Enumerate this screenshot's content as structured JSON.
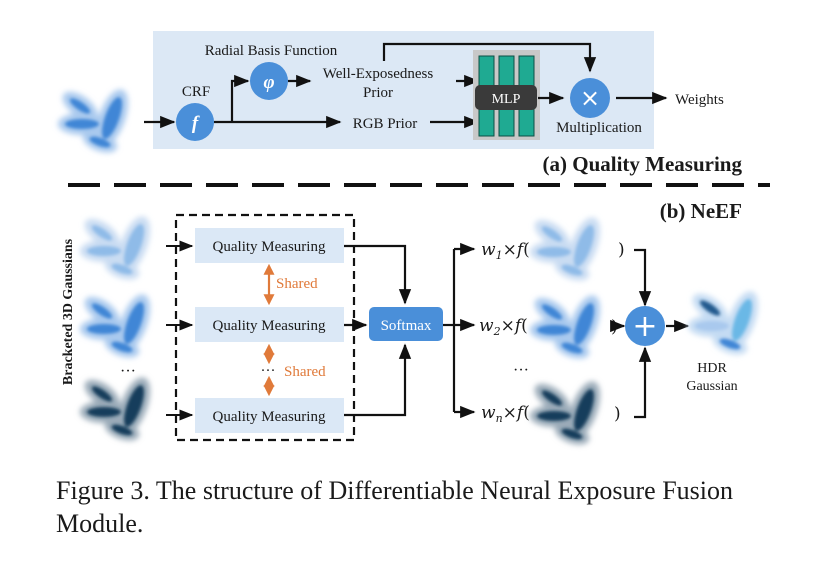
{
  "figure": {
    "caption": "Figure 3. The structure of Differentiable Neural Exposure Fusion Module."
  },
  "panel_a": {
    "title": "(a) Quality Measuring",
    "rbf_label": "Radial Basis Function",
    "rbf_symbol": "φ",
    "crf_label": "CRF",
    "crf_symbol": "f",
    "well_exposedness_line1": "Well-Exposedness",
    "well_exposedness_line2": "Prior",
    "rgb_prior": "RGB Prior",
    "mlp_label": "MLP",
    "multiplication_label": "Multiplication",
    "multiplication_symbol": "×",
    "weights_label": "Weights"
  },
  "panel_b": {
    "title": "(b) NeEF",
    "side_label": "Bracketed 3D Gaussians",
    "quality_blocks": [
      "Quality Measuring",
      "Quality Measuring",
      "Quality Measuring"
    ],
    "shared_label_1": "Shared",
    "shared_label_2": "Shared",
    "ellipsis": "···",
    "softmax_label": "Softmax",
    "terms": [
      {
        "w": "w",
        "sub": "1",
        "times": "×",
        "f": "f",
        "open": "(",
        "close": ")"
      },
      {
        "w": "w",
        "sub": "2",
        "times": "×",
        "f": "f",
        "open": "(",
        "close": ")"
      },
      {
        "w": "w",
        "sub": "n",
        "times": "×",
        "f": "f",
        "open": "(",
        "close": ")"
      }
    ],
    "sum_symbol": "+",
    "output_line1": "HDR",
    "output_line2": "Gaussian"
  },
  "colors": {
    "panel_bg": "#dce8f5",
    "node_blue": "#4a8fd9",
    "mlp_teal": "#1faa92",
    "mlp_dark": "#3a3a3a",
    "shared_orange": "#e07a3a",
    "qm_block": "#dbe8f6",
    "gaussian_light": "#8fbbe8",
    "gaussian_mid": "#3f86d6",
    "gaussian_dark": "#173e5c"
  }
}
